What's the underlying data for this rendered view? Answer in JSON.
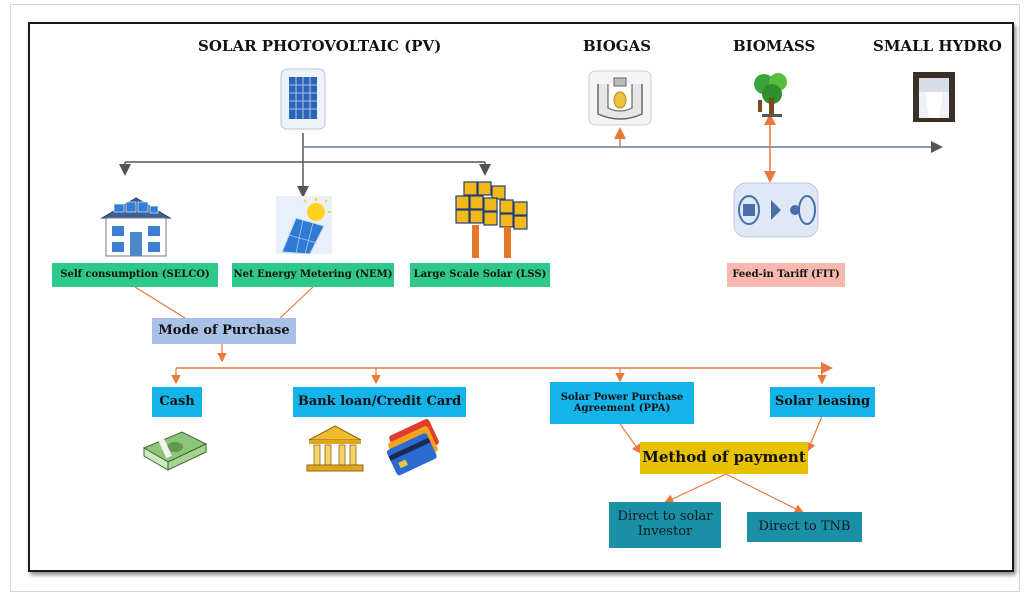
{
  "headings": {
    "solar_pv": "SOLAR PHOTOVOLTAIC (PV)",
    "biogas": "BIOGAS",
    "biomass": "BIOMASS",
    "small_hydro": "SMALL HYDRO"
  },
  "schemes": {
    "selco": "Self consumption (SELCO)",
    "nem": "Net Energy Metering (NEM)",
    "lss": "Large Scale Solar (LSS)",
    "fit": "Feed-in Tariff (FIT)"
  },
  "mode_of_purchase": "Mode of Purchase",
  "purchase_options": {
    "cash": "Cash",
    "bank_loan": "Bank loan/Credit Card",
    "ppa": "Solar Power Purchase Agreement (PPA)",
    "leasing": "Solar leasing"
  },
  "method_of_payment": "Method of payment",
  "payment_options": {
    "investor": "Direct to solar Investor",
    "tnb": "Direct to TNB"
  },
  "colors": {
    "scheme_green": "#2ec98a",
    "fit_pink": "#f7b8ae",
    "mode_lavender": "#a9c0e8",
    "option_cyan": "#12b4ea",
    "payment_gold": "#e6c200",
    "final_teal": "#1b8fa6",
    "arrow_orange": "#e9783a",
    "arrow_gray": "#555555"
  }
}
